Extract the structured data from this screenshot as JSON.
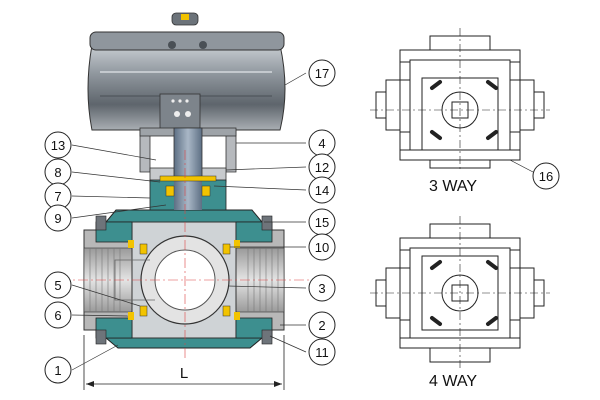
{
  "callouts": [
    "1",
    "2",
    "3",
    "4",
    "5",
    "6",
    "7",
    "8",
    "9",
    "10",
    "11",
    "12",
    "13",
    "14",
    "15",
    "16",
    "17"
  ],
  "dimension_label": "L",
  "views": {
    "three_way": "3 WAY",
    "four_way": "4 WAY"
  },
  "colors": {
    "actuator": "#9aa1a8",
    "body": "#3d8f8f",
    "stem": "#7d8fa3",
    "seal": "#f2c300",
    "ball": "#dcdcdc",
    "line": "#222222"
  }
}
